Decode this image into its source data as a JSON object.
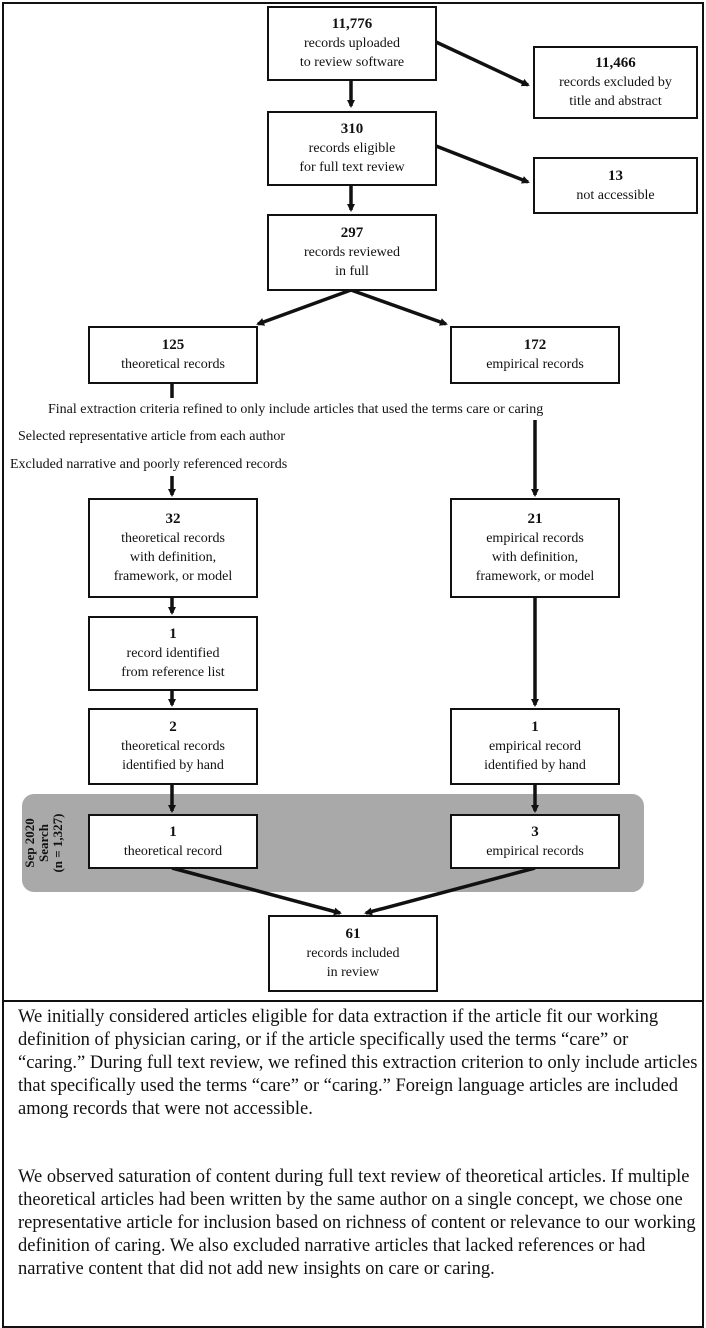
{
  "flow": {
    "uploaded": {
      "n": "11,776",
      "l1": "records uploaded",
      "l2": "to review software"
    },
    "excluded_title": {
      "n": "11,466",
      "l1": "records excluded by",
      "l2": "title and abstract"
    },
    "eligible": {
      "n": "310",
      "l1": "records eligible",
      "l2": "for full text review"
    },
    "not_accessible": {
      "n": "13",
      "l1": "not accessible"
    },
    "reviewed": {
      "n": "297",
      "l1": "records reviewed",
      "l2": "in full"
    },
    "theoretical": {
      "n": "125",
      "l1": "theoretical records"
    },
    "empirical": {
      "n": "172",
      "l1": "empirical records"
    },
    "note_criteria": "Final extraction criteria refined to only include articles that used the terms care or caring",
    "note_representative": "Selected representative article from each author",
    "note_excluded": "Excluded narrative and poorly referenced records",
    "theoretical_def": {
      "n": "32",
      "l1": "theoretical records",
      "l2": "with definition,",
      "l3": "framework, or model"
    },
    "empirical_def": {
      "n": "21",
      "l1": "empirical records",
      "l2": "with definition,",
      "l3": "framework, or model"
    },
    "reference_list": {
      "n": "1",
      "l1": "record identified",
      "l2": "from reference list"
    },
    "theoretical_hand": {
      "n": "2",
      "l1": "theoretical records",
      "l2": "identified by hand"
    },
    "empirical_hand": {
      "n": "1",
      "l1": "empirical record",
      "l2": "identified by hand"
    },
    "sep_label": {
      "l1": "Sep 2020",
      "l2": "Search",
      "l3": "(n = 1,327)"
    },
    "sep_theoretical": {
      "n": "1",
      "l1": "theoretical record"
    },
    "sep_empirical": {
      "n": "3",
      "l1": "empirical records"
    },
    "included": {
      "n": "61",
      "l1": "records included",
      "l2": "in review"
    }
  },
  "notes": {
    "p1": "We initially considered articles eligible for data extraction if the article fit our working definition of physician caring, or if the article specifically used the terms “care” or “caring.” During full text review, we refined this extraction criterion to only include articles that specifically used the terms “care” or “caring.” Foreign language articles are included among records that were not accessible.",
    "p2": "We observed saturation of content during full text review of theoretical articles. If multiple theoretical articles had been written by the same author on a single concept, we chose one representative article for inclusion based on richness of content or relevance to our working definition of caring. We also excluded narrative articles that lacked references or had narrative content that did not add new insights on care or caring."
  },
  "colors": {
    "band": "#a9a9a9",
    "stroke": "#111111"
  }
}
